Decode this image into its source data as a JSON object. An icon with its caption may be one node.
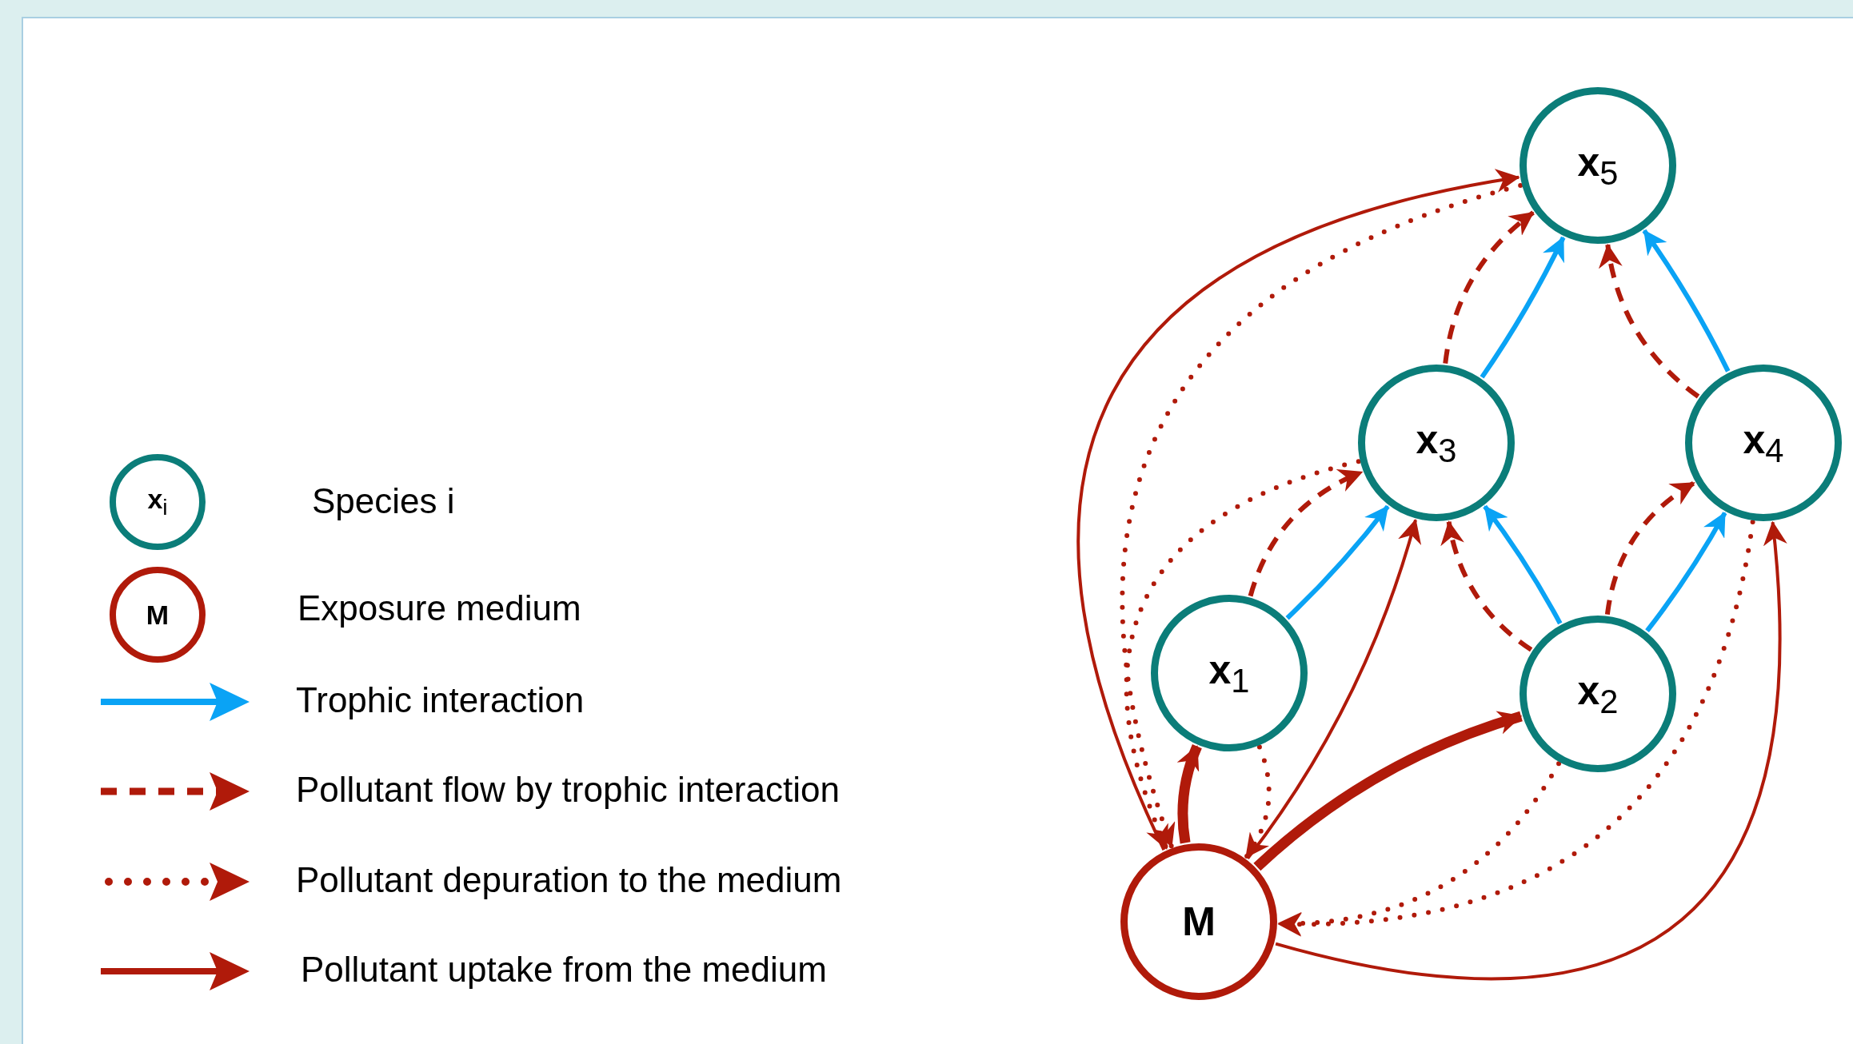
{
  "diagram": {
    "nodes": [
      {
        "text": [
          "x$_{i}$"
        ],
        "beside": [
          "Species i"
        ]
      },
      {
        "text": [
          "M"
        ],
        "beside": [
          "Exposure medium"
        ]
      },
      {
        "text": [
          "x$_{5}$"
        ]
      },
      {
        "text": [
          "x$_{3}$"
        ]
      },
      {
        "text": [
          "x$_{4}$"
        ]
      },
      {
        "text": [
          "x$_{1}$"
        ]
      },
      {
        "text": [
          "x$_{2}$"
        ]
      },
      {
        "text": [
          "M"
        ]
      }
    ],
    "edges": [
      {
        "from": 3,
        "to": 2,
        "arrow": "to",
        "color": "#0aa3f5"
      },
      {
        "from": 4,
        "to": 2,
        "arrow": "to",
        "color": "#0aa3f5"
      },
      {
        "from": 5,
        "to": 3,
        "arrow": "to",
        "color": "#0aa3f5"
      },
      {
        "from": 6,
        "to": 3,
        "arrow": "to",
        "color": "#0aa3f5"
      },
      {
        "from": 6,
        "to": 4,
        "arrow": "to",
        "color": "#0aa3f5"
      },
      {
        "from": 3,
        "to": 2,
        "arrow": "to",
        "style": "dashed"
      },
      {
        "from": 4,
        "to": 2,
        "arrow": "to",
        "style": "dashed"
      },
      {
        "from": 5,
        "to": 3,
        "arrow": "to",
        "style": "dashed"
      },
      {
        "from": 6,
        "to": 3,
        "arrow": "to",
        "style": "dashed"
      },
      {
        "from": 6,
        "to": 4,
        "arrow": "to",
        "style": "dashed"
      },
      {
        "from": 2,
        "to": 7,
        "arrow": "to",
        "style": "dashed"
      },
      {
        "from": 3,
        "to": 7,
        "arrow": "to",
        "style": "dashed"
      },
      {
        "from": 5,
        "to": 7,
        "arrow": "to",
        "style": "dashed"
      },
      {
        "from": 6,
        "to": 7,
        "arrow": "to",
        "style": "dashed"
      },
      {
        "from": 4,
        "to": 7,
        "arrow": "to",
        "style": "dashed"
      },
      {
        "from": 7,
        "to": 2,
        "arrow": "to"
      },
      {
        "from": 7,
        "to": 3,
        "arrow": "to"
      },
      {
        "from": 7,
        "to": 4,
        "arrow": "to"
      },
      {
        "from": 7,
        "to": 5,
        "arrow": "to",
        "style": "thick"
      },
      {
        "from": 7,
        "to": 6,
        "arrow": "to",
        "style": "thick"
      }
    ],
    "legend": [
      {
        "text": "Trophic interaction"
      },
      {
        "text": "Pollutant flow by trophic interaction"
      },
      {
        "text": "Pollutant depuration to the medium"
      },
      {
        "text": "Pollutant uptake from the medium"
      }
    ]
  }
}
